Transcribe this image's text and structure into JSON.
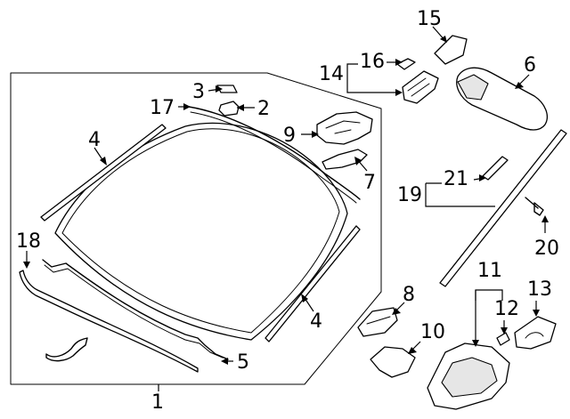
{
  "diagram": {
    "callouts": [
      {
        "id": "c1",
        "label": "1"
      },
      {
        "id": "c2",
        "label": "2"
      },
      {
        "id": "c3",
        "label": "3"
      },
      {
        "id": "c4a",
        "label": "4"
      },
      {
        "id": "c4b",
        "label": "4"
      },
      {
        "id": "c5",
        "label": "5"
      },
      {
        "id": "c6",
        "label": "6"
      },
      {
        "id": "c7",
        "label": "7"
      },
      {
        "id": "c8",
        "label": "8"
      },
      {
        "id": "c9",
        "label": "9"
      },
      {
        "id": "c10",
        "label": "10"
      },
      {
        "id": "c11",
        "label": "11"
      },
      {
        "id": "c12",
        "label": "12"
      },
      {
        "id": "c13",
        "label": "13"
      },
      {
        "id": "c14",
        "label": "14"
      },
      {
        "id": "c15",
        "label": "15"
      },
      {
        "id": "c16",
        "label": "16"
      },
      {
        "id": "c17",
        "label": "17"
      },
      {
        "id": "c18",
        "label": "18"
      },
      {
        "id": "c19",
        "label": "19"
      },
      {
        "id": "c20",
        "label": "20"
      },
      {
        "id": "c21",
        "label": "21"
      }
    ]
  }
}
